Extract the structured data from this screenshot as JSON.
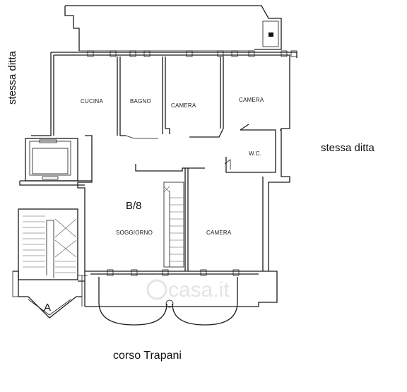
{
  "plan": {
    "unit_label": "B/8",
    "neighbor_left": "stessa ditta",
    "neighbor_right": "stessa ditta",
    "street": "corso Trapani",
    "stair_label": "A",
    "watermark": "casa.it",
    "rooms": {
      "kitchen": "CUCINA",
      "bathroom": "BAGNO",
      "bedroom_1": "CAMERA",
      "bedroom_2": "CAMERA",
      "wc": "W.C.",
      "living": "SOGGIORNO",
      "bedroom_3": "CAMERA"
    }
  }
}
